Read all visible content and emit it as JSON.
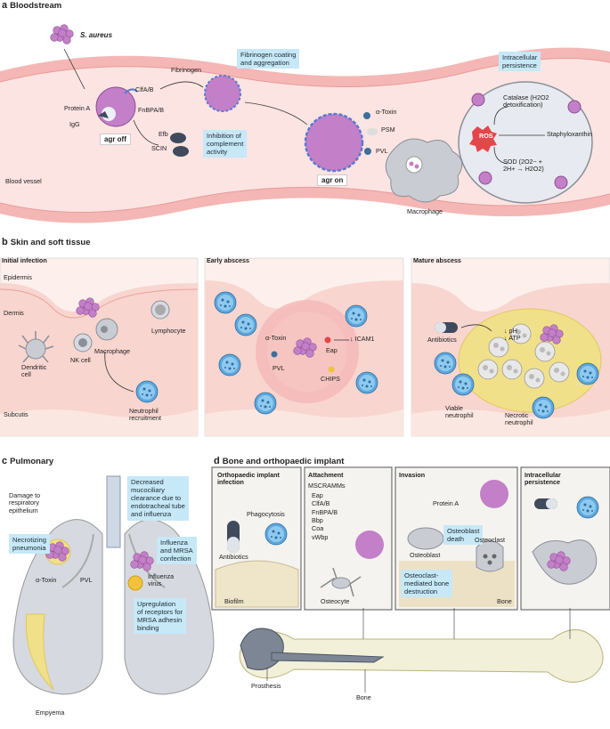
{
  "panel_a": {
    "letter": "a",
    "title": "Bloodstream",
    "s_aureus": "S. aureus",
    "clfa": "ClfA/B",
    "protein_a": "Protein A",
    "igg": "IgG",
    "fnbpa": "FnBPA/B",
    "agr_off": "agr off",
    "agr_on": "agr on",
    "fibrinogen": "Fibrinogen",
    "fib_note": "Fibrinogen coating\nand aggregation",
    "efb": "Efb",
    "scin": "SCIN",
    "complement_note": "Inhibition of\ncomplement\nactivity",
    "alpha_toxin": "α-Toxin",
    "psm": "PSM",
    "pvl": "PVL",
    "intracellular_note": "Intracellular\npersistence",
    "catalase": "Catalase (H2O2\ndetoxification)",
    "ros": "ROS",
    "staphyloxanthin": "Staphyloxanthin",
    "sod": "SOD (2O2− +\n2H+ → H2O2)",
    "blood_vessel": "Blood vessel",
    "macrophage": "Macrophage"
  },
  "panel_b": {
    "letter": "b",
    "title": "Skin and soft tissue",
    "initial": "Initial infection",
    "early": "Early abscess",
    "mature": "Mature abscess",
    "epidermis": "Epidermis",
    "dermis": "Dermis",
    "subcutis": "Subcutis",
    "dendritic": "Dendritic\ncell",
    "nk": "NK cell",
    "macrophage": "Macrophage",
    "lymphocyte": "Lymphocyte",
    "neutrophil_recruitment": "Neutrophil\nrecruitment",
    "alpha_toxin": "α-Toxin",
    "eap": "Eap",
    "icam": "↓ ICAM1",
    "pvl": "PVL",
    "chips": "CHIPS",
    "antibiotics": "Antibiotics",
    "ph_atp": "↓ pH\n↓ ATP",
    "viable": "Viable\nneutrophil",
    "necrotic": "Necrotic\nneutrophil"
  },
  "panel_c": {
    "letter": "c",
    "title": "Pulmonary",
    "damage": "Damage to\nrespiratory\nepithelium",
    "decreased_note": "Decreased\nmucociliary\nclearance due to\nendotracheal tube\nand influenza",
    "necrotizing_note": "Necrotizing\npneumonia",
    "alpha_toxin": "α-Toxin",
    "pvl": "PVL",
    "influenza_note": "Influenza\nand MRSA\nconfection",
    "influenza_virus": "Influenza\nvirus",
    "upregulation_note": "Upregulation\nof receptors for\nMRSA adhesin\nbinding",
    "empyema": "Empyema"
  },
  "panel_d": {
    "letter": "d",
    "title": "Bone and orthopaedic implant",
    "ortho": "Orthopaedic implant\ninfection",
    "phagocytosis": "Phagocytosis",
    "antibiotics": "Antibiotics",
    "biofilm": "Biofilm",
    "attachment": "Attachment",
    "mscramms": "MSCRAMMs",
    "mscramm_list": [
      "Eap",
      "ClfA/B",
      "FnBPA/B",
      "Bbp",
      "Coa",
      "vWbp"
    ],
    "osteocyte": "Osteocyte",
    "invasion": "Invasion",
    "protein_a": "Protein A",
    "osteoblast_death_note": "Osteoblast\ndeath",
    "osteoblast": "Osteoblast",
    "osteoclast": "Osteoclast",
    "osteoclast_note": "Osteoclast-\nmediated bone\ndestruction",
    "bone_label": "Bone",
    "intracellular": "Intracellular\npersistence",
    "prosthesis": "Prosthesis",
    "bone": "Bone"
  },
  "colors": {
    "blue_note": "#c6e8f7",
    "staph": "#c37fc7",
    "vessel": "#f4b7b5",
    "tissue": "#f8d5cf",
    "abscess": "#f1e08a"
  }
}
